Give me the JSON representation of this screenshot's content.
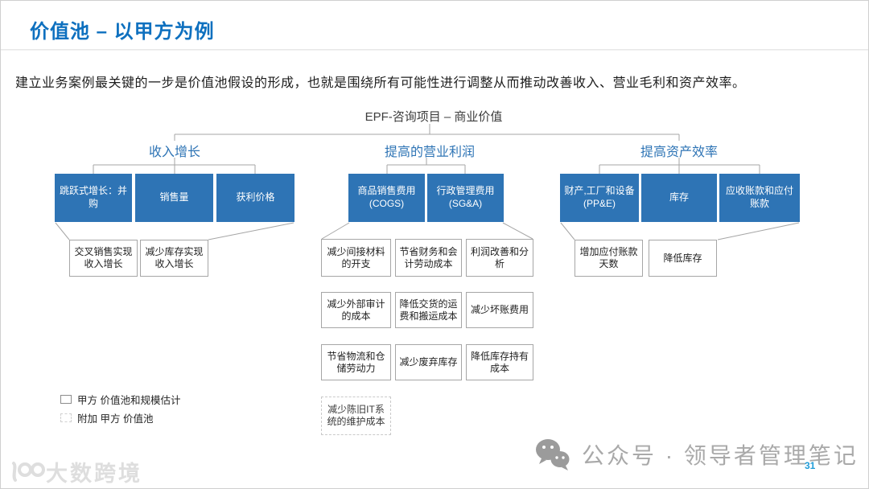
{
  "slide": {
    "title": "价值池 – 以甲方为例",
    "subtitle": "建立业务案例最关键的一步是价值池假设的形成，也就是围绕所有可能性进行调整从而推动改善收入、营业毛利和资产效率。",
    "page_number": "31"
  },
  "diagram": {
    "root_label": "EPF-咨询项目 – 商业价值",
    "branches": [
      {
        "label": "收入增长",
        "boxes": [
          "跳跃式增长：并购",
          "销售量",
          "获利价格"
        ],
        "sub_boxes": [
          "交叉销售实现收入增长",
          "减少库存实现收入增长"
        ]
      },
      {
        "label": "提高的营业利润",
        "boxes": [
          "商品销售费用 (COGS)",
          "行政管理费用 (SG&A)"
        ],
        "sub_rows": [
          [
            "减少间接材料的开支",
            "节省财务和会计劳动成本",
            "利润改善和分析"
          ],
          [
            "减少外部审计的成本",
            "降低交货的运费和搬运成本",
            "减少坏账费用"
          ],
          [
            "节省物流和仓储劳动力",
            "减少废弃库存",
            "降低库存持有成本"
          ],
          [
            "减少陈旧IT系统的维护成本"
          ]
        ]
      },
      {
        "label": "提高资产效率",
        "boxes": [
          "财产,工厂和设备 (PP&E)",
          "库存",
          "应收账款和应付账款"
        ],
        "sub_boxes": [
          "增加应付账款天数",
          "降低库存"
        ]
      }
    ],
    "legend": [
      {
        "swatch": "solid-border-square",
        "label": "甲方 价值池和规模估计"
      },
      {
        "swatch": "dashed-border-square",
        "label": "附加 甲方 价值池"
      }
    ]
  },
  "footer": {
    "logo_text": "大数跨境",
    "wechat_icon": "wechat-logo",
    "watermark_text": "公众号 · 领导者管理笔记"
  },
  "colors": {
    "title_blue": "#0e70bf",
    "branch_label_blue": "#2e74b5",
    "box_fill_blue": "#2e74b5",
    "connector_gray": "#a6a6a6",
    "watermark_gray": "#a9a9a9",
    "page_number_blue": "#1f9cd8"
  }
}
